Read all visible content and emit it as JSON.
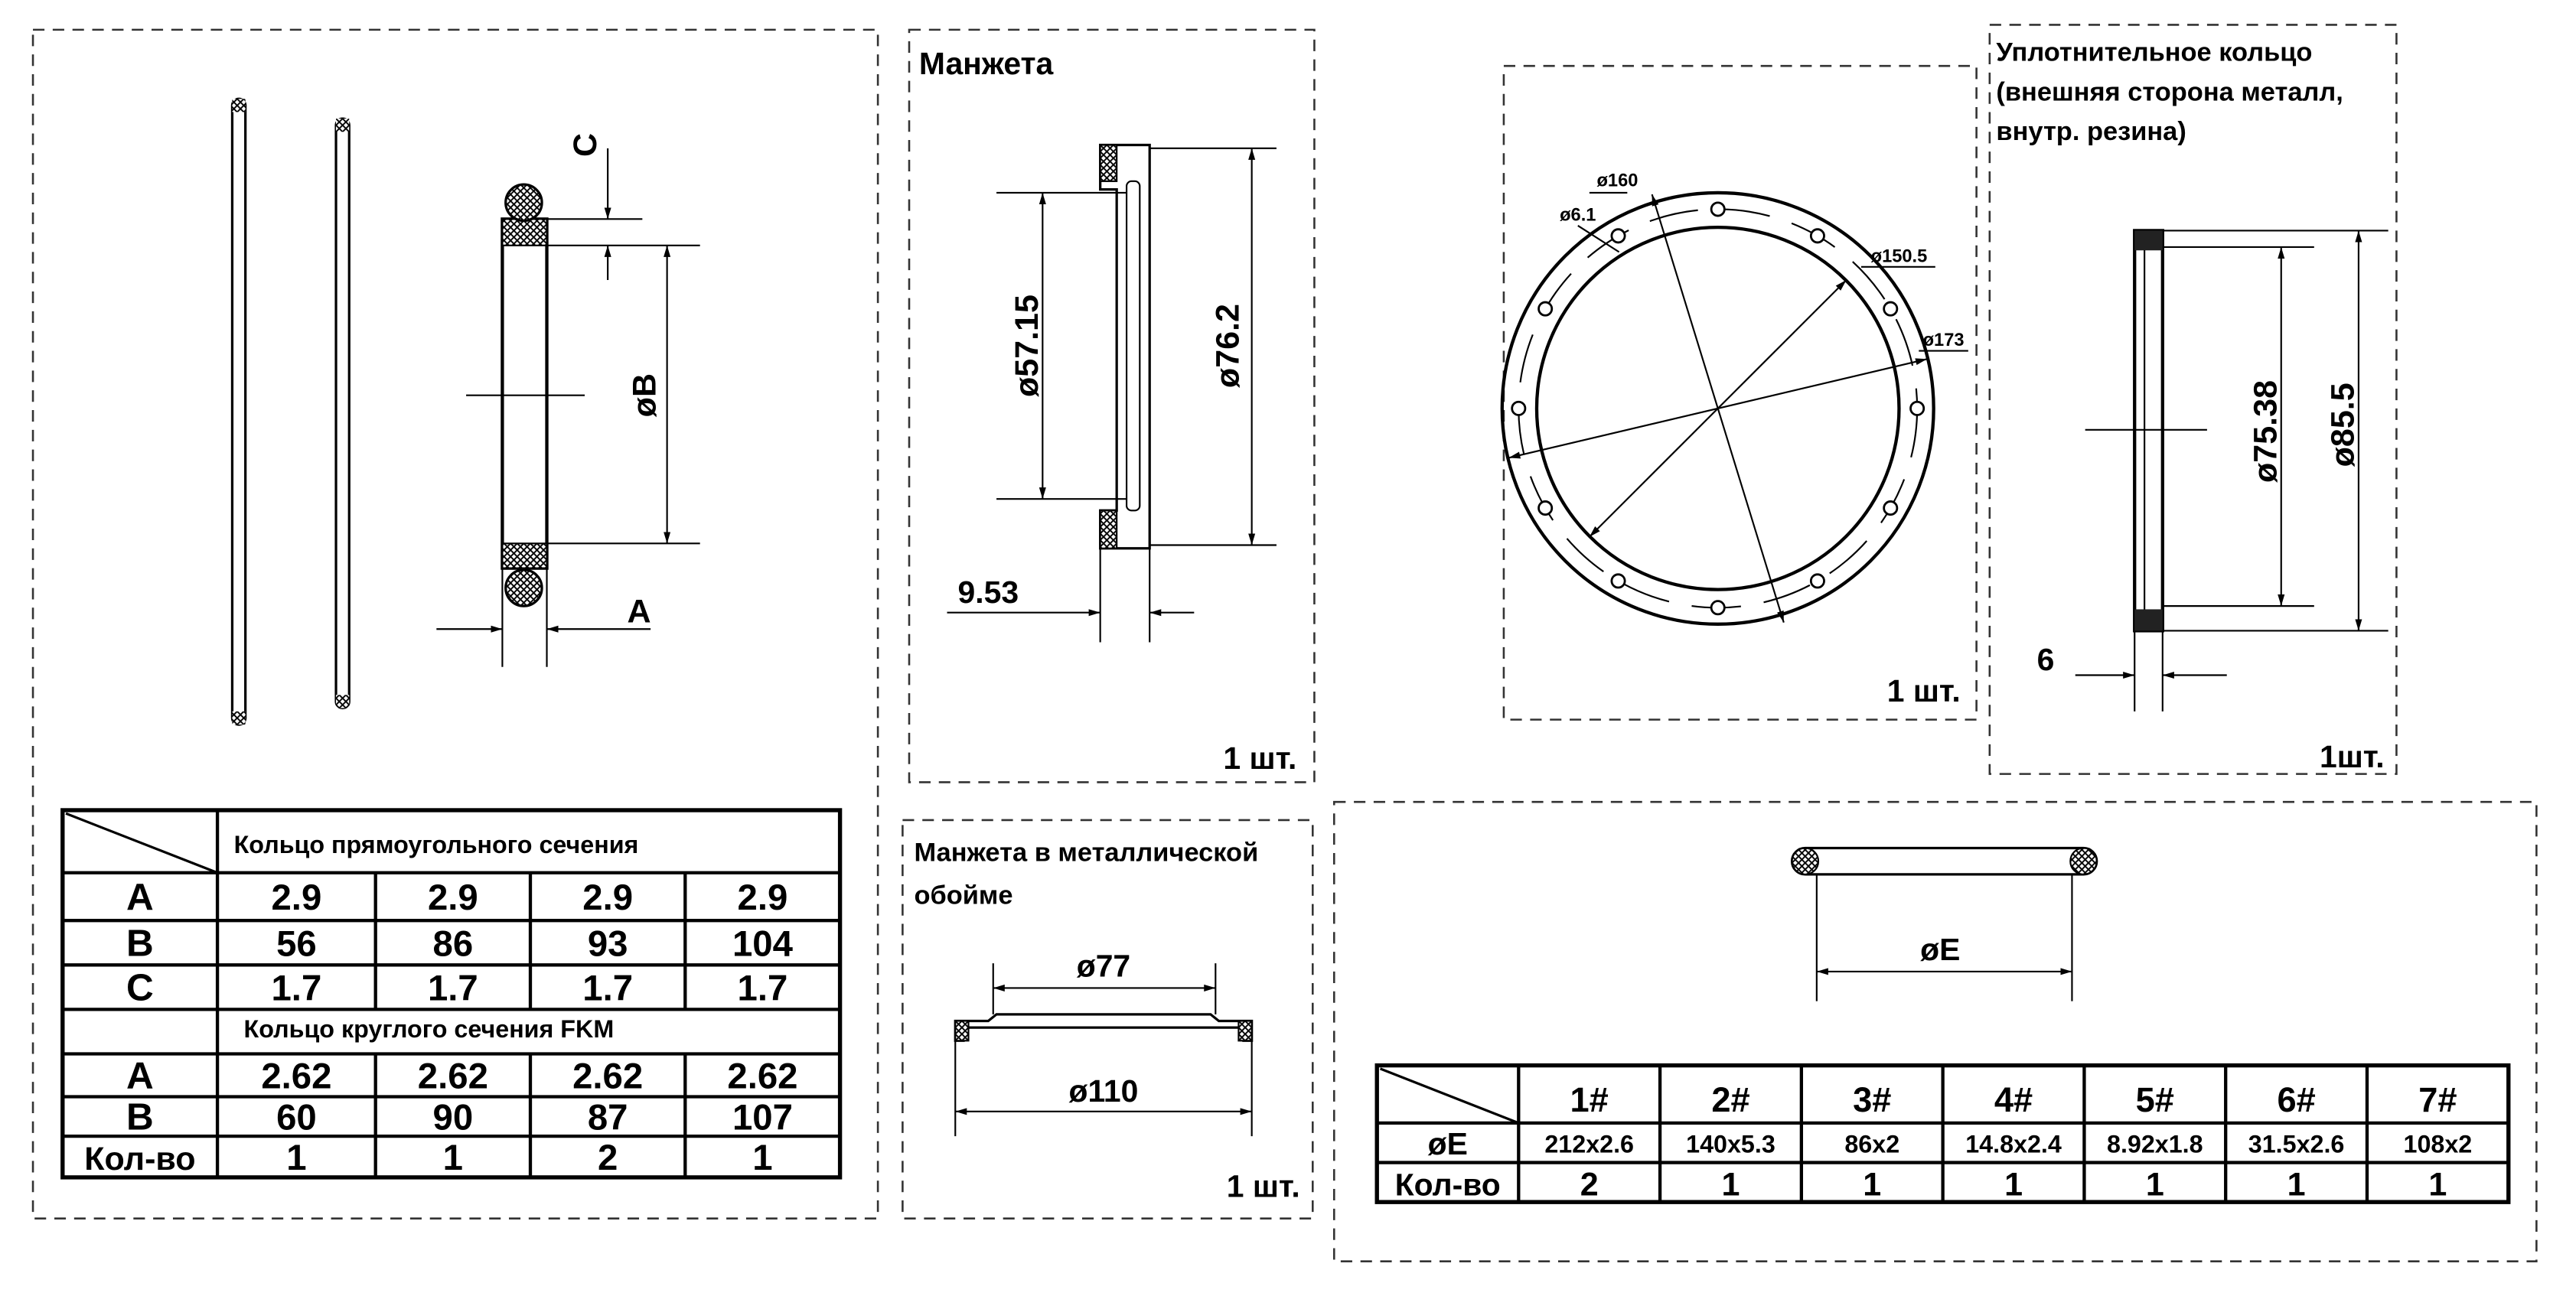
{
  "panel_rings": {
    "dim_c": "C",
    "dim_b": "øB",
    "dim_a": "A",
    "table": {
      "section1_title": "Кольцо прямоугольного сечения",
      "section1_rows": [
        {
          "label": "A",
          "values": [
            "2.9",
            "2.9",
            "2.9",
            "2.9"
          ]
        },
        {
          "label": "B",
          "values": [
            "56",
            "86",
            "93",
            "104"
          ]
        },
        {
          "label": "C",
          "values": [
            "1.7",
            "1.7",
            "1.7",
            "1.7"
          ]
        }
      ],
      "section2_title": "Кольцо круглого сечения FKM",
      "section2_rows": [
        {
          "label": "A",
          "values": [
            "2.62",
            "2.62",
            "2.62",
            "2.62"
          ]
        },
        {
          "label": "B",
          "values": [
            "60",
            "90",
            "87",
            "107"
          ]
        },
        {
          "label": "Кол-во",
          "values": [
            "1",
            "1",
            "2",
            "1"
          ]
        }
      ]
    }
  },
  "panel_cuff": {
    "title": "Манжета",
    "dim_inner": "ø57.15",
    "dim_outer": "ø76.2",
    "dim_width": "9.53",
    "qty": "1 шт."
  },
  "panel_metal_cuff": {
    "title_line1": "Манжета в металлической",
    "title_line2": "обойме",
    "dim_inner": "ø77",
    "dim_outer": "ø110",
    "qty": "1 шт."
  },
  "panel_flange": {
    "dim_160": "ø160",
    "dim_hole": "ø6.1",
    "dim_150": "ø150.5",
    "dim_173": "ø173",
    "qty": "1 шт."
  },
  "panel_seal_ring": {
    "title_line1": "Уплотнительное кольцо",
    "title_line2": "(внешняя сторона металл,",
    "title_line3": "внутр. резина)",
    "dim_inner": "ø75.38",
    "dim_outer": "ø85.5",
    "dim_width": "6",
    "qty": "1шт."
  },
  "panel_orings": {
    "dim_e": "øE",
    "table": {
      "headers": [
        "1#",
        "2#",
        "3#",
        "4#",
        "5#",
        "6#",
        "7#"
      ],
      "row_e_label": "øE",
      "row_e": [
        "212x2.6",
        "140x5.3",
        "86x2",
        "14.8x2.4",
        "8.92x1.8",
        "31.5x2.6",
        "108x2"
      ],
      "row_qty_label": "Кол-во",
      "row_qty": [
        "2",
        "1",
        "1",
        "1",
        "1",
        "1",
        "1"
      ]
    }
  }
}
